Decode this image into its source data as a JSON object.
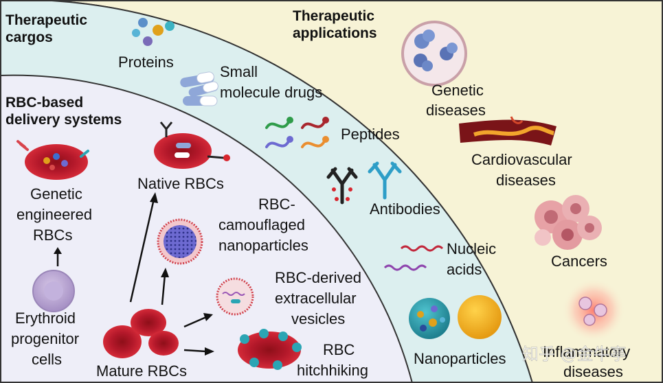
{
  "sections": {
    "cargos_title": [
      "Therapeutic",
      "cargos"
    ],
    "applications_title": [
      "Therapeutic",
      "applications"
    ],
    "systems_title": [
      "RBC-based",
      "delivery systems"
    ]
  },
  "cargos": {
    "proteins": "Proteins",
    "small_molecule": [
      "Small",
      "molecule drugs"
    ],
    "peptides": "Peptides",
    "antibodies": "Antibodies",
    "nucleic_acids": [
      "Nucleic",
      "acids"
    ],
    "nanoparticles": "Nanoparticles"
  },
  "applications": {
    "genetic": [
      "Genetic",
      "diseases"
    ],
    "cardiovascular": [
      "Cardiovascular",
      "diseases"
    ],
    "cancers": "Cancers",
    "inflammatory": [
      "Inflammatory",
      "diseases"
    ]
  },
  "systems": {
    "genetic_engineered": [
      "Genetic",
      "engineered",
      "RBCs"
    ],
    "erythroid": [
      "Erythroid",
      "progenitor",
      "cells"
    ],
    "native": "Native RBCs",
    "camouflaged": [
      "RBC-",
      "camouflaged",
      "nanoparticles"
    ],
    "vesicles": [
      "RBC-derived",
      "extracellular",
      "vesicles"
    ],
    "hitchhiking": [
      "RBC",
      "hitchhiking"
    ],
    "mature": "Mature RBCs"
  },
  "watermark": "知乎 @金牛亭",
  "colors": {
    "outer_band": "#f7f3d6",
    "middle_band": "#dcefef",
    "inner_zone": "#eeeef8",
    "rbc_red": "#c8202e",
    "teal": "#2ba5b4"
  }
}
